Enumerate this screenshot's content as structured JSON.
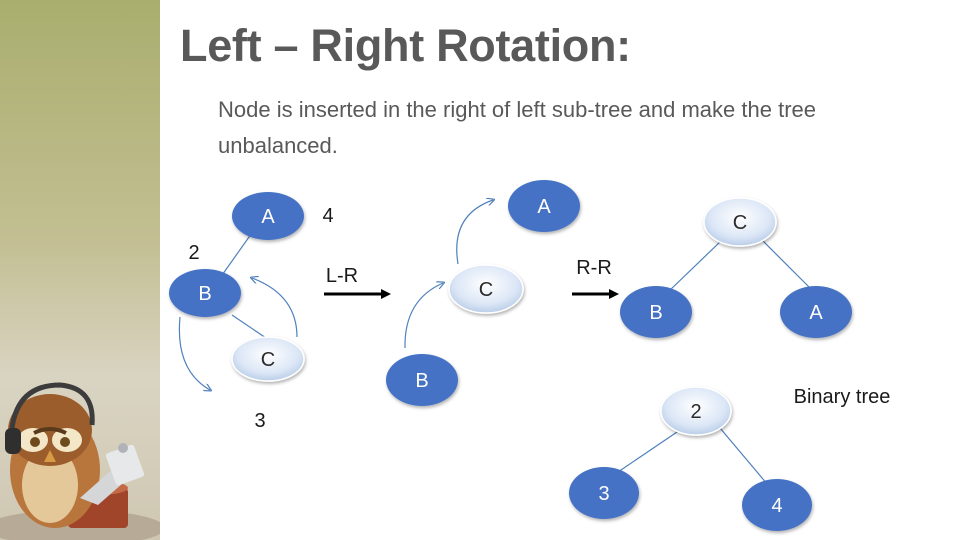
{
  "title": "Left – Right Rotation:",
  "subtitle": "Node is inserted in the right of left sub-tree and make the tree unbalanced.",
  "colors": {
    "dark_node": "#4472c4",
    "light_node": "#dbe6f6",
    "edge": "#4f81bd",
    "text": "#595959"
  },
  "icons": [
    "owl-illustration",
    "headphones-icon",
    "laptop-icon"
  ],
  "diagram": {
    "tree1": {
      "nodes": [
        "A",
        "B",
        "C"
      ],
      "weights": [
        "4",
        "2",
        "3"
      ]
    },
    "arrow1_label": "L-R",
    "tree2": {
      "nodes": [
        "A",
        "C",
        "B"
      ]
    },
    "arrow2_label": "R-R",
    "tree3": {
      "nodes": [
        "C",
        "B",
        "A"
      ]
    },
    "tree4": {
      "nodes": [
        "2",
        "3",
        "4"
      ]
    },
    "caption": "Binary tree"
  }
}
